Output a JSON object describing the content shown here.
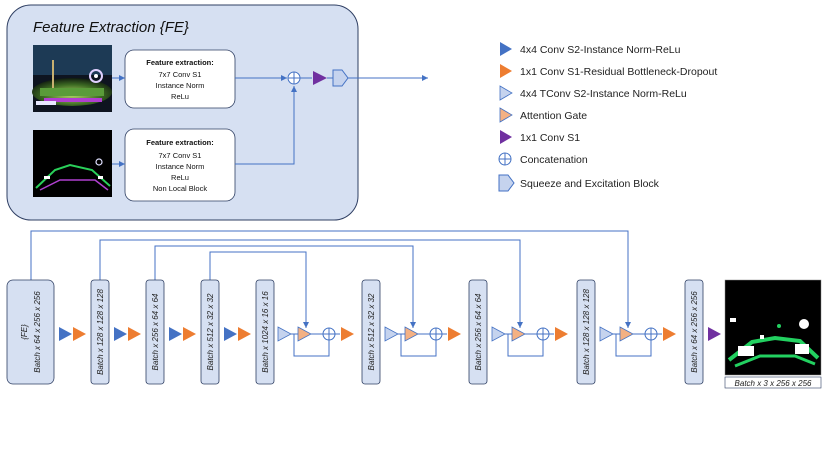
{
  "feature_extraction": {
    "title": "Feature Extraction {FE}",
    "top_box": {
      "heading": "Feature extraction:",
      "lines": [
        "7x7 Conv S1",
        "Instance Norm",
        "ReLu"
      ]
    },
    "bottom_box": {
      "heading": "Feature extraction:",
      "lines": [
        "7x7 Conv S1",
        "Instance Norm",
        "ReLu",
        "Non Local Block"
      ]
    }
  },
  "legend": [
    {
      "icon": "blue-right-triangle-icon",
      "label": "4x4 Conv S2-Instance Norm-ReLu"
    },
    {
      "icon": "orange-right-triangle-icon",
      "label": "1x1 Conv S1-Residual Bottleneck-Dropout"
    },
    {
      "icon": "light-blue-right-triangle-icon",
      "label": "4x4 TConv S2-Instance Norm-ReLu"
    },
    {
      "icon": "peach-right-triangle-icon",
      "label": "Attention Gate"
    },
    {
      "icon": "purple-right-triangle-icon",
      "label": "1x1 Conv S1"
    },
    {
      "icon": "concatenation-circle-icon",
      "label": "Concatenation"
    },
    {
      "icon": "pentagon-icon",
      "label": "Squeeze and Excitation Block"
    }
  ],
  "blocks": {
    "fe": {
      "name": "{FE}",
      "shape": "Batch x 64 x 256 x 256"
    },
    "enc1": "Batch x 128 x 128 x 128",
    "enc2": "Batch x 256 x 64 x 64",
    "enc3": "Batch x 512 x 32 x 32",
    "bottleneck": "Batch x 1024 x 16 x 16",
    "dec1": "Batch x 512 x 32 x 32",
    "dec2": "Batch x 256 x 64 x 64",
    "dec3": "Batch x 128 x 128 x 128",
    "dec4": "Batch x 64 x 256 x 256",
    "output": "Batch x 3 x 256 x 256"
  },
  "colors": {
    "conv_blue": "#4472c4",
    "orange": "#ed7d31",
    "light_blue": "#c5d3ee",
    "peach": "#f4b183",
    "purple": "#7030a0",
    "block_fill": "#d6e0f2",
    "panel_fill": "#d6e0f2",
    "line": "#4472c4"
  }
}
